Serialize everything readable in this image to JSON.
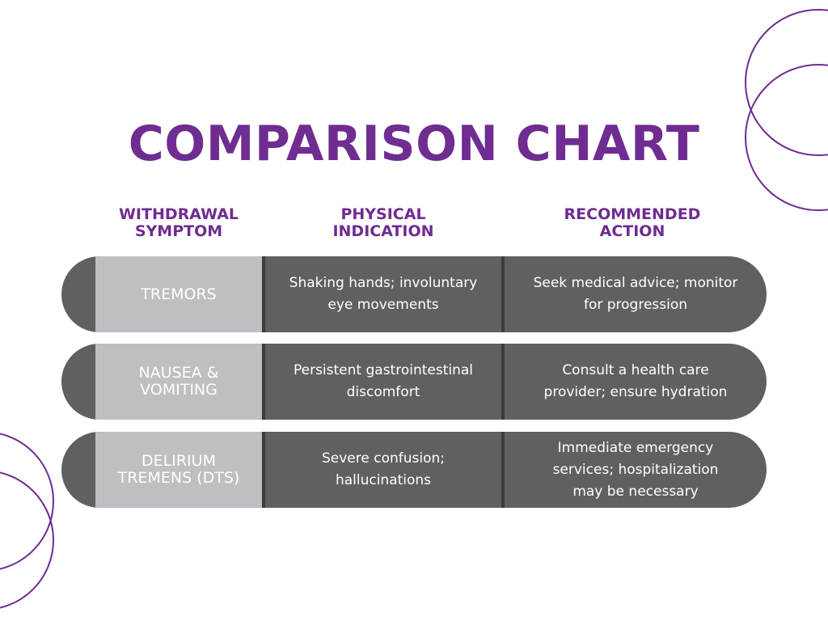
{
  "title": "COMPARISON CHART",
  "colors": {
    "accent": "#6f2c91",
    "row_background": "#606062",
    "symptom_cell": "#bfbfc3",
    "separator": "#3b3b3d"
  },
  "headers": {
    "symptom": [
      "WITHDRAWAL",
      "SYMPTOM"
    ],
    "indication": [
      "PHYSICAL",
      "INDICATION"
    ],
    "action": [
      "RECOMMENDED",
      "ACTION"
    ]
  },
  "rows": [
    {
      "symptom": [
        "TREMORS"
      ],
      "indication": [
        "Shaking hands; involuntary",
        "eye movements"
      ],
      "action": [
        "Seek medical advice; monitor",
        "for progression"
      ]
    },
    {
      "symptom": [
        "NAUSEA &",
        "VOMITING"
      ],
      "indication": [
        "Persistent gastrointestinal",
        "discomfort"
      ],
      "action": [
        "Consult a health care",
        "provider; ensure hydration"
      ]
    },
    {
      "symptom": [
        "DELIRIUM",
        "TREMENS (DTS)"
      ],
      "indication": [
        "Severe confusion;",
        "hallucinations"
      ],
      "action": [
        "Immediate emergency",
        "services; hospitalization",
        "may be necessary"
      ]
    }
  ]
}
